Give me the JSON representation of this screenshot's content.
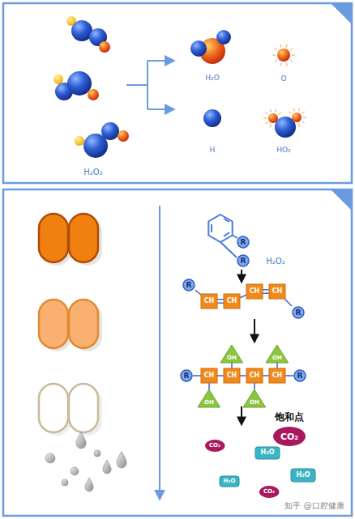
{
  "diagram": {
    "nodes": [
      {
        "text": [
          "R"
        ]
      },
      {
        "text": [
          "R"
        ]
      },
      {
        "text": [
          "R"
        ]
      },
      {
        "text": [
          "CH"
        ]
      },
      {
        "text": [
          "CH"
        ]
      },
      {
        "text": [
          "CH"
        ]
      },
      {
        "text": [
          "CH"
        ]
      },
      {
        "text": [
          "R"
        ]
      },
      {
        "text": [
          "R"
        ]
      },
      {
        "text": [
          "CH"
        ]
      },
      {
        "text": [
          "CH"
        ]
      },
      {
        "text": [
          "CH"
        ]
      },
      {
        "text": [
          "CH"
        ]
      },
      {
        "text": [
          "R"
        ]
      },
      {
        "text": [
          "OH"
        ]
      },
      {
        "text": [
          "OH"
        ]
      },
      {
        "text": [
          "OH"
        ]
      },
      {
        "text": [
          "OH"
        ]
      },
      {
        "text": [
          "CO₂"
        ]
      },
      {
        "text": [
          "CO₂"
        ]
      },
      {
        "text": [
          "H₂O"
        ]
      },
      {
        "text": [
          "H₂O"
        ]
      },
      {
        "text": [
          "H₂O"
        ]
      },
      {
        "text": [
          "CO₂"
        ]
      }
    ],
    "edges": [
      {
        "from": 2,
        "to": 3,
        "arrow": "none"
      },
      {
        "from": 3,
        "to": 4,
        "arrow": "none"
      },
      {
        "from": 4,
        "to": 5,
        "arrow": "none"
      },
      {
        "from": 5,
        "to": 6,
        "arrow": "none"
      },
      {
        "from": 6,
        "to": 7,
        "arrow": "none"
      },
      {
        "from": 8,
        "to": 9,
        "arrow": "none"
      },
      {
        "from": 9,
        "to": 10,
        "arrow": "none"
      },
      {
        "from": 10,
        "to": 11,
        "arrow": "none"
      },
      {
        "from": 11,
        "to": 12,
        "arrow": "none"
      },
      {
        "from": 12,
        "to": 13,
        "arrow": "none"
      },
      {
        "from": 10,
        "to": 14,
        "arrow": "none"
      },
      {
        "from": 12,
        "to": 15,
        "arrow": "none"
      },
      {
        "from": 9,
        "to": 16,
        "arrow": "none"
      },
      {
        "from": 11,
        "to": 17,
        "arrow": "none"
      }
    ],
    "labels": [
      "H₂O₂",
      "H₂O",
      "O",
      "H",
      "HO₂",
      "H₂O₂",
      "饱和点",
      "知乎 @口腔健康"
    ]
  }
}
